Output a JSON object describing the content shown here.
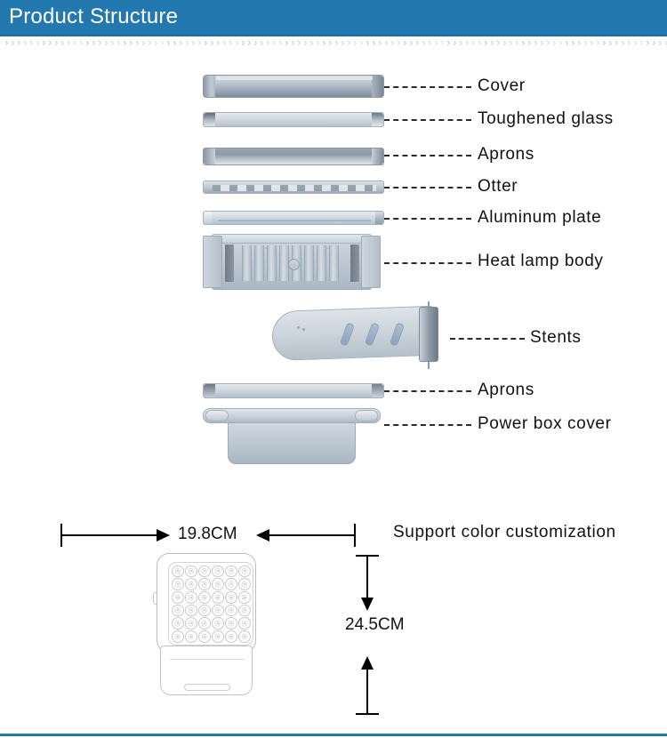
{
  "header": {
    "title": "Product Structure",
    "banner_color": "#2478b0",
    "title_color": "#ffffff",
    "chevron_glyph": "›",
    "chevron_color": "#a9c4d8"
  },
  "exploded_view": {
    "parts": [
      {
        "id": "cover",
        "label": "Cover"
      },
      {
        "id": "toughened-glass",
        "label": "Toughened glass"
      },
      {
        "id": "aprons-top",
        "label": "Aprons"
      },
      {
        "id": "otter",
        "label": "Otter"
      },
      {
        "id": "aluminum-plate",
        "label": "Aluminum plate"
      },
      {
        "id": "heat-lamp-body",
        "label": "Heat  lamp  body"
      },
      {
        "id": "stents",
        "label": "Stents"
      },
      {
        "id": "aprons-bottom",
        "label": "Aprons"
      },
      {
        "id": "power-box-cover",
        "label": "Power  box  cover"
      }
    ]
  },
  "spec_view": {
    "width_dimension": "19.8CM",
    "height_dimension": "24.5CM",
    "support_note": "Support  color  customization",
    "led_grid": {
      "columns": 6,
      "rows": 6,
      "total": 36
    }
  },
  "footer": {
    "rule_color": "#2478b0"
  }
}
